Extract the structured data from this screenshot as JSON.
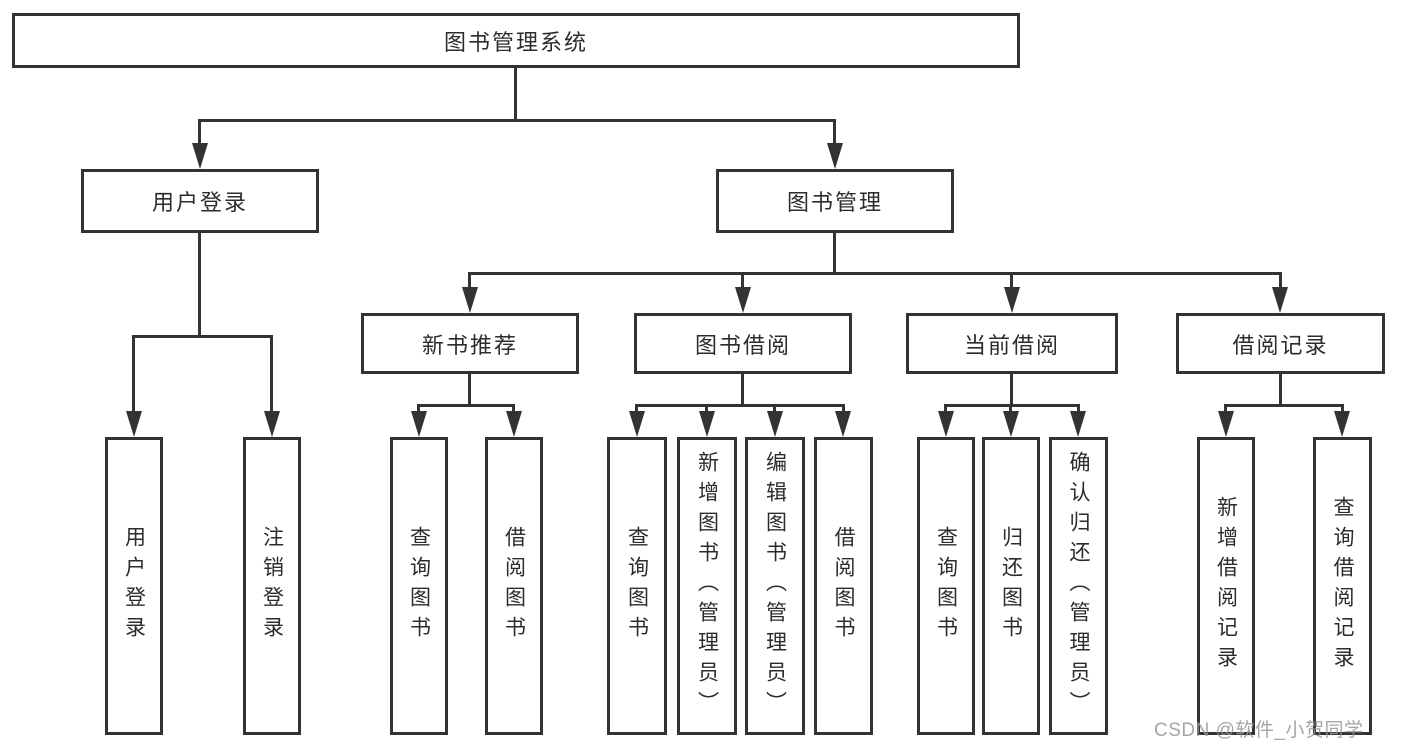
{
  "diagram_type": "hierarchy-tree",
  "root": {
    "label": "图书管理系统",
    "children": [
      {
        "label": "用户登录",
        "children": [
          {
            "label": "用户登录"
          },
          {
            "label": "注销登录"
          }
        ]
      },
      {
        "label": "图书管理",
        "children": [
          {
            "label": "新书推荐",
            "children": [
              {
                "label": "查询图书"
              },
              {
                "label": "借阅图书"
              }
            ]
          },
          {
            "label": "图书借阅",
            "children": [
              {
                "label": "查询图书"
              },
              {
                "label": "新增图书（管理员）"
              },
              {
                "label": "编辑图书（管理员）"
              },
              {
                "label": "借阅图书"
              }
            ]
          },
          {
            "label": "当前借阅",
            "children": [
              {
                "label": "查询图书"
              },
              {
                "label": "归还图书"
              },
              {
                "label": "确认归还（管理员）"
              }
            ]
          },
          {
            "label": "借阅记录",
            "children": [
              {
                "label": "新增借阅记录"
              },
              {
                "label": "查询借阅记录"
              }
            ]
          }
        ]
      }
    ]
  },
  "watermark": {
    "text": "CSDN @软件_小贺同学"
  },
  "colors": {
    "line": "#333333",
    "text": "#2c2c2c",
    "background": "#ffffff",
    "watermark": "#969696"
  }
}
